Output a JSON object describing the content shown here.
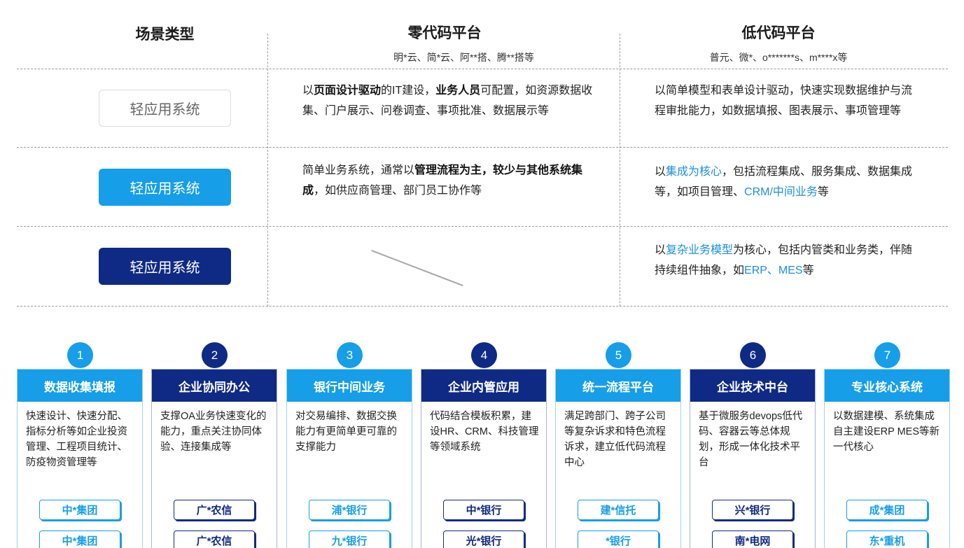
{
  "header": {
    "scene_type": "场景类型",
    "zero_code": {
      "title": "零代码平台",
      "examples": "明*云、简*云、阿**搭、腾**搭等"
    },
    "low_code": {
      "title": "低代码平台",
      "examples": "普元、微*、o*******s、m****x等"
    }
  },
  "rows": [
    {
      "scene": "轻应用系统",
      "zero_code": [
        {
          "t": "以"
        },
        {
          "t": "页面设计驱动",
          "s": "b"
        },
        {
          "t": "的IT建设，"
        },
        {
          "t": "业务人员",
          "s": "b"
        },
        {
          "t": "可配置，如资源数据收集、门户展示、问卷调查、事项批准、数据展示等"
        }
      ],
      "low_code": [
        {
          "t": "以简单模型和表单设计驱动，快速实现数据维护与流程审批能力，如数据填报、图表展示、事项管理等"
        }
      ]
    },
    {
      "scene": "轻应用系统",
      "zero_code": [
        {
          "t": "简单业务系统，通常以"
        },
        {
          "t": "管理流程为主，较少与其他系统集成",
          "s": "b"
        },
        {
          "t": "，如供应商管理、部门员工协作等"
        }
      ],
      "low_code": [
        {
          "t": "以"
        },
        {
          "t": "集成为核心",
          "s": "hl"
        },
        {
          "t": "，包括流程集成、服务集成、数据集成等，如项目管理、"
        },
        {
          "t": "CRM/中间业务",
          "s": "hl"
        },
        {
          "t": "等"
        }
      ]
    },
    {
      "scene": "轻应用系统",
      "zero_code": [],
      "low_code": [
        {
          "t": "以"
        },
        {
          "t": "复杂业务模型",
          "s": "hl"
        },
        {
          "t": "为核心，包括内管类和业务类，伴随持续组件抽象，如"
        },
        {
          "t": "ERP、MES",
          "s": "hl"
        },
        {
          "t": "等"
        }
      ]
    }
  ],
  "cards": [
    {
      "num": "1",
      "theme": "light",
      "title": "数据收集填报",
      "desc": "快速设计、快速分配、指标分析等如企业投资管理、工程项目统计、防疫物资管理等",
      "tags": [
        "中*集团",
        "中*集团"
      ]
    },
    {
      "num": "2",
      "theme": "dark",
      "title": "企业协同办公",
      "desc": "支撑OA业务快速变化的能力，重点关注协同体验、连接集成等",
      "tags": [
        "广*农信",
        "广*农信"
      ]
    },
    {
      "num": "3",
      "theme": "light",
      "title": "银行中间业务",
      "desc": "对交易编排、数据交换能力有更简单更可靠的支撑能力",
      "tags": [
        "浦*银行",
        "九*银行"
      ]
    },
    {
      "num": "4",
      "theme": "dark",
      "title": "企业内管应用",
      "desc": "代码结合模板积累，建设HR、CRM、科技管理等领域系统",
      "tags": [
        "中*银行",
        "光*银行"
      ]
    },
    {
      "num": "5",
      "theme": "light",
      "title": "统一流程平台",
      "desc": "满足跨部门、跨子公司等复杂诉求和特色流程诉求，建立低代码流程中心",
      "tags": [
        "建*信托",
        "*银行"
      ]
    },
    {
      "num": "6",
      "theme": "dark",
      "title": "企业技术中台",
      "desc": "基于微服务devops低代码、容器云等总体规划，形成一体化技术平台",
      "tags": [
        "兴*银行",
        "南*电网"
      ]
    },
    {
      "num": "7",
      "theme": "light",
      "title": "专业核心系统",
      "desc": "以数据建模、系统集成自主建设ERP MES等新一代核心",
      "tags": [
        "成*集团",
        "东*重机"
      ]
    }
  ]
}
